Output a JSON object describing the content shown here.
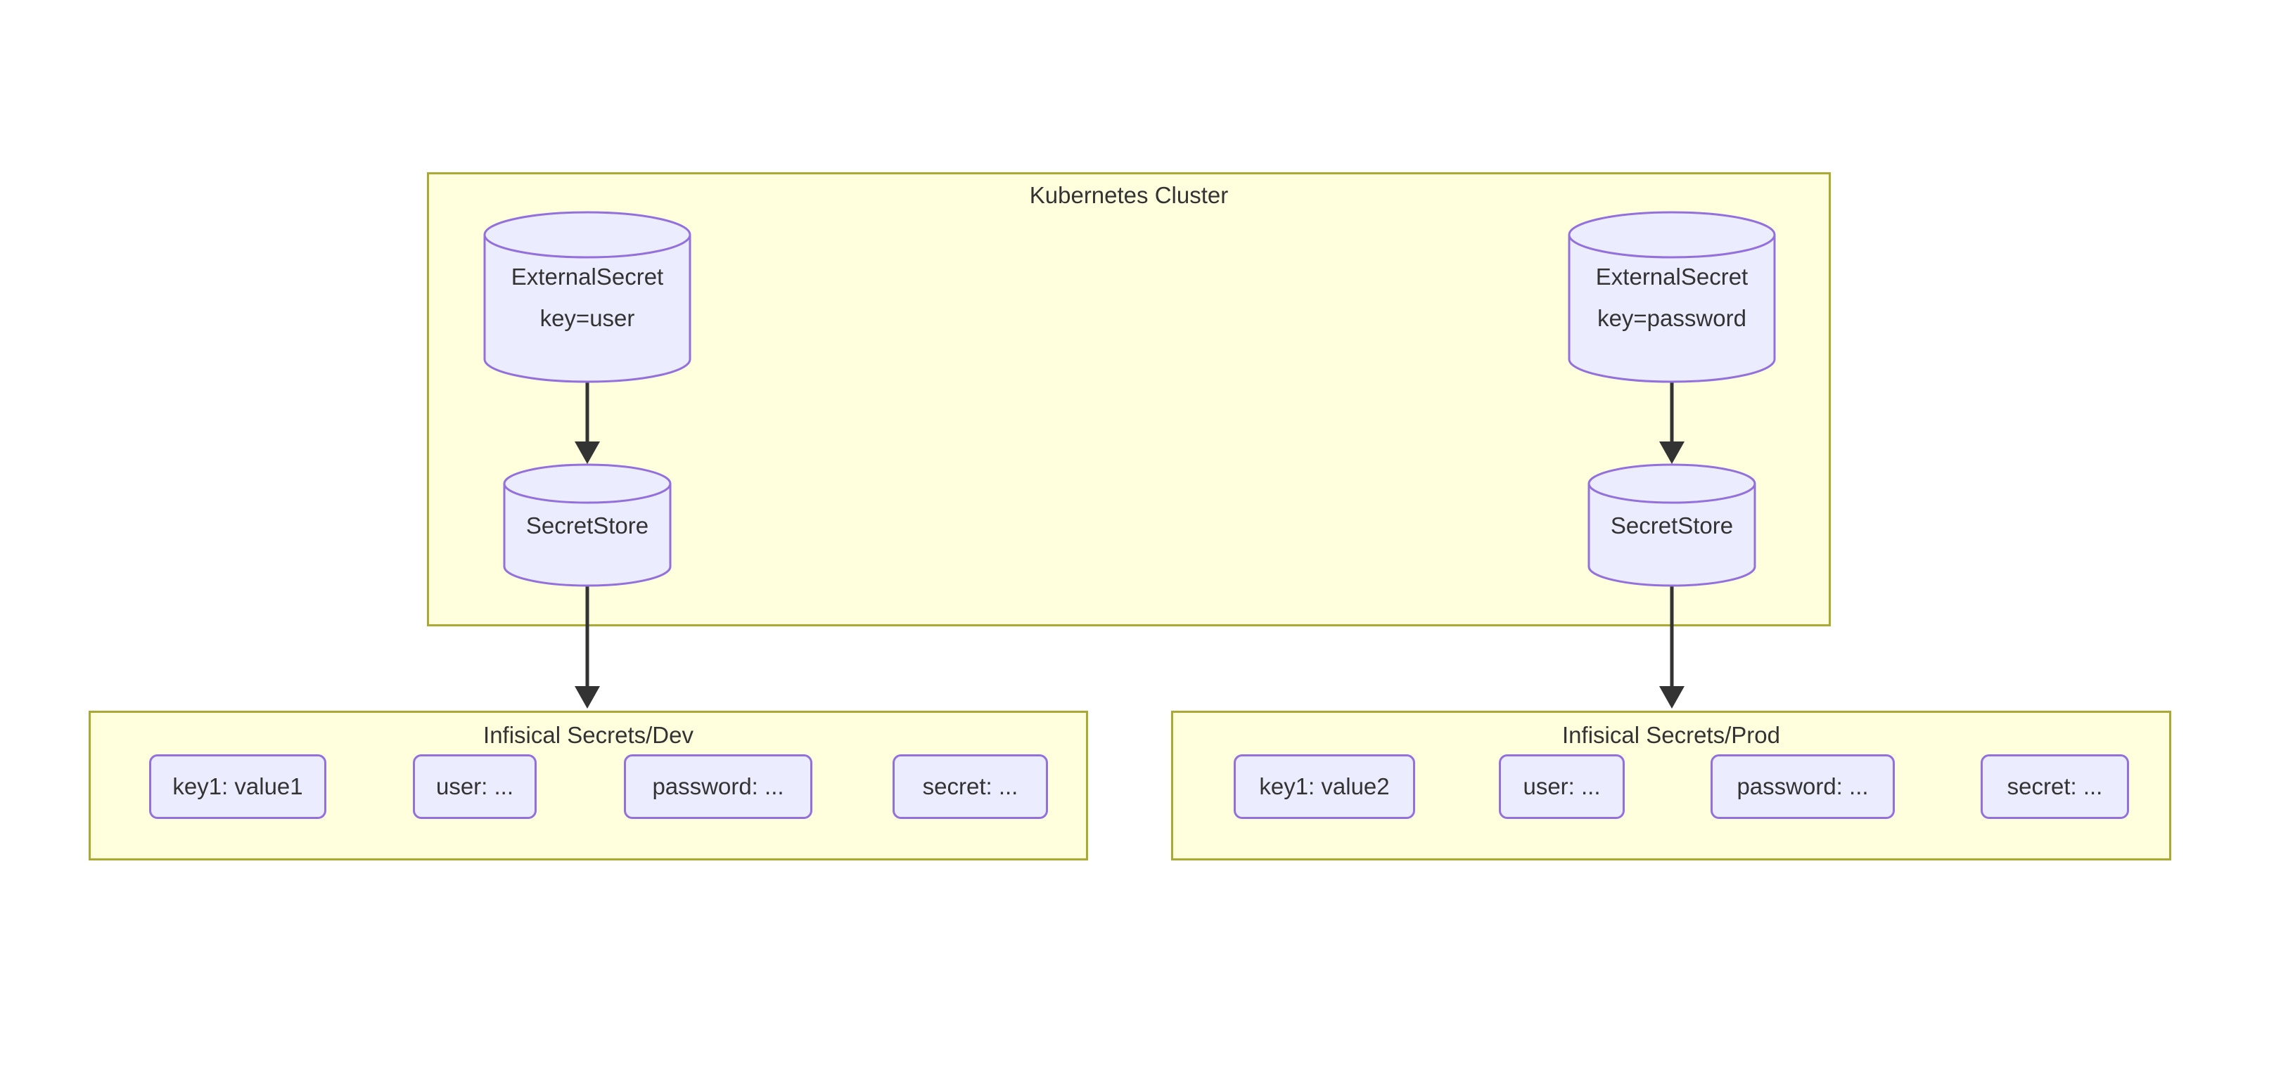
{
  "cluster": {
    "title": "Kubernetes Cluster",
    "nodes": {
      "es_user": {
        "line1": "ExternalSecret",
        "line2": "key=user"
      },
      "es_password": {
        "line1": "ExternalSecret",
        "line2": "key=password"
      },
      "ss_dev": {
        "label": "SecretStore"
      },
      "ss_prod": {
        "label": "SecretStore"
      }
    }
  },
  "dev": {
    "title": "Infisical Secrets/Dev",
    "secrets": [
      "key1: value1",
      "user: ...",
      "password: ...",
      "secret: ..."
    ]
  },
  "prod": {
    "title": "Infisical Secrets/Prod",
    "secrets": [
      "key1: value2",
      "user: ...",
      "password: ...",
      "secret: ..."
    ]
  },
  "colors": {
    "group_fill": "#ffffde",
    "group_stroke": "#aaaa33",
    "node_fill": "#ececff",
    "node_stroke": "#9370db",
    "text": "#333333",
    "edge": "#333333"
  }
}
